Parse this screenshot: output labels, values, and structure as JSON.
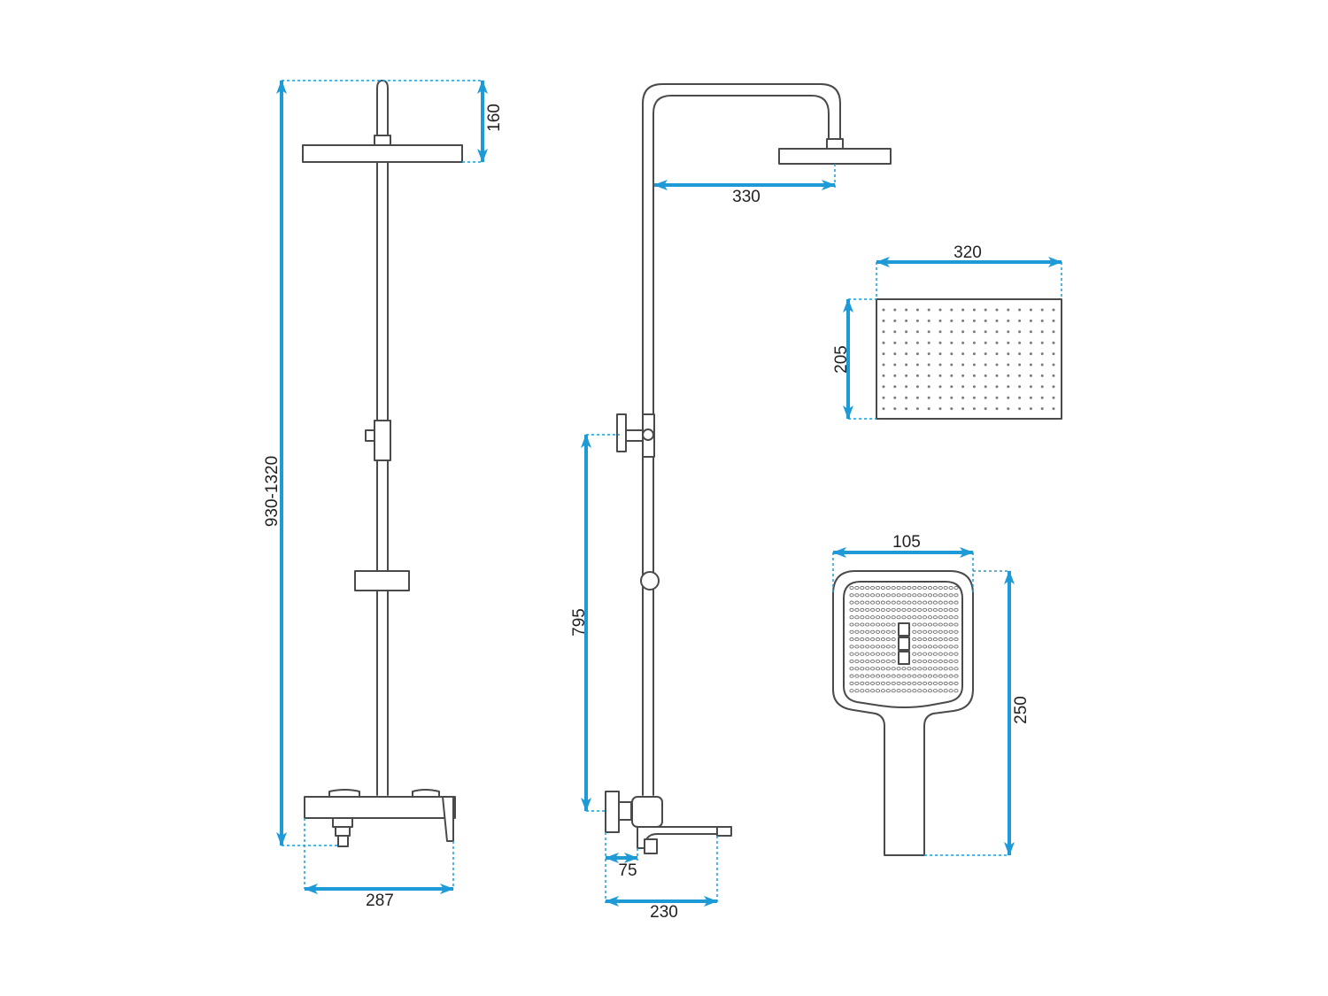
{
  "colors": {
    "dimension": "#1e9bd7",
    "outline": "#4a4a4a",
    "text": "#231f20",
    "background": "#ffffff"
  },
  "dimensions": {
    "overall_height": "930-1320",
    "head_drop": "160",
    "mixer_width": "287",
    "arm_reach": "330",
    "diverter_height": "795",
    "spout_offset": "75",
    "spout_length": "230",
    "head_width": "320",
    "head_depth": "205",
    "hand_shower_width": "105",
    "hand_shower_length": "250"
  }
}
